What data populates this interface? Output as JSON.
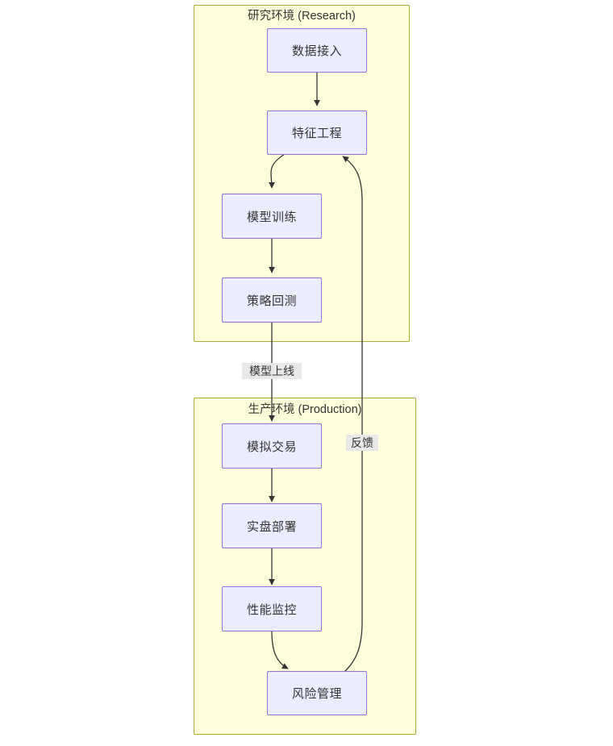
{
  "diagram": {
    "type": "flowchart",
    "direction": "top-to-bottom",
    "background_color": "#ffffff",
    "clusters": [
      {
        "id": "research",
        "title": "研究环境 (Research)",
        "fill_color": "#ffffde",
        "stroke_color": "#aaaa33"
      },
      {
        "id": "production",
        "title": "生产环境 (Production)",
        "fill_color": "#ffffde",
        "stroke_color": "#aaaa33"
      }
    ],
    "nodes": [
      {
        "id": "data-ingest",
        "label": "数据接入",
        "cluster": "research"
      },
      {
        "id": "feature-eng",
        "label": "特征工程",
        "cluster": "research"
      },
      {
        "id": "model-train",
        "label": "模型训练",
        "cluster": "research"
      },
      {
        "id": "strategy-backtest",
        "label": "策略回测",
        "cluster": "research"
      },
      {
        "id": "paper-trading",
        "label": "模拟交易",
        "cluster": "production"
      },
      {
        "id": "live-deploy",
        "label": "实盘部署",
        "cluster": "production"
      },
      {
        "id": "perf-monitor",
        "label": "性能监控",
        "cluster": "production"
      },
      {
        "id": "risk-manage",
        "label": "风险管理",
        "cluster": "production"
      }
    ],
    "node_style": {
      "fill_color": "#ececff",
      "stroke_color": "#9370db",
      "text_color": "#333333"
    },
    "edges": [
      {
        "from": "data-ingest",
        "to": "feature-eng",
        "label": ""
      },
      {
        "from": "feature-eng",
        "to": "model-train",
        "label": ""
      },
      {
        "from": "model-train",
        "to": "strategy-backtest",
        "label": ""
      },
      {
        "from": "strategy-backtest",
        "to": "paper-trading",
        "label": "模型上线"
      },
      {
        "from": "paper-trading",
        "to": "live-deploy",
        "label": ""
      },
      {
        "from": "live-deploy",
        "to": "perf-monitor",
        "label": ""
      },
      {
        "from": "perf-monitor",
        "to": "risk-manage",
        "label": ""
      },
      {
        "from": "risk-manage",
        "to": "feature-eng",
        "label": "反馈"
      }
    ],
    "edge_style": {
      "stroke_color": "#333333",
      "label_background": "#e8e8e8",
      "label_text_color": "#333333"
    }
  }
}
